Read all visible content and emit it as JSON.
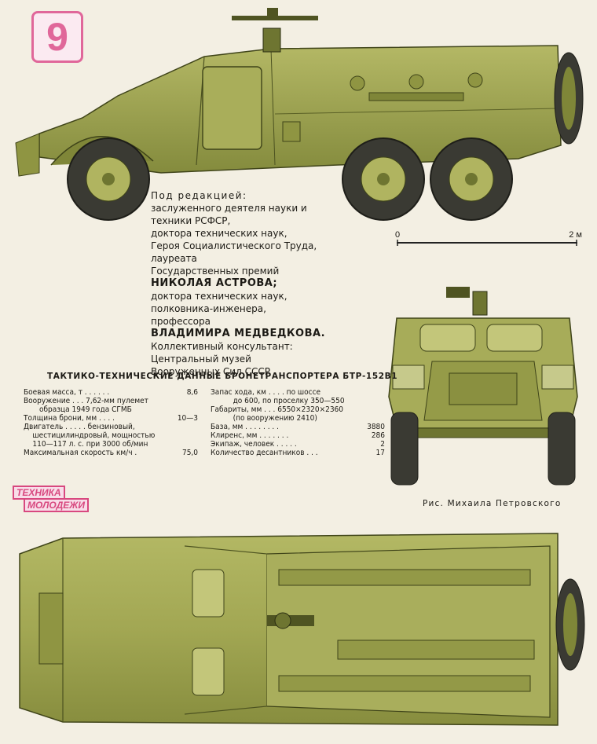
{
  "issue_number": "9",
  "editorial": {
    "heading": "Под редакцией:",
    "lines_before_name1": [
      "заслуженного деятеля науки и",
      "техники РСФСР,",
      "доктора технических наук,",
      "Героя Социалистического Труда,",
      "лауреата",
      "Государственных премий"
    ],
    "name1": "НИКОЛАЯ АСТРОВА;",
    "lines_before_name2": [
      "доктора технических наук,",
      "полковника-инженера,",
      "профессора"
    ],
    "name2": "ВЛАДИМИРА МЕДВЕДКОВА.",
    "consultant_lines": [
      "Коллективный консультант:",
      "Центральный музей",
      "Вооруженных Сил СССР"
    ]
  },
  "scale_bar": {
    "start_label": "0",
    "end_label": "2 м"
  },
  "specs": {
    "title": "ТАКТИКО-ТЕХНИЧЕСКИЕ ДАННЫЕ БРОНЕТРАНСПОРТЕРА БТР-152В1",
    "left": [
      {
        "label": "Боевая масса, т . . . . . .",
        "value": "8,6"
      },
      {
        "label": "Вооружение . . . 7,62-мм пулемет",
        "value": ""
      },
      {
        "label": "       образца 1949 года СГМБ",
        "value": ""
      },
      {
        "label": "Толщина брони, мм . . . .",
        "value": "10—3"
      },
      {
        "label": "Двигатель . . . . . бензиновый,",
        "value": ""
      },
      {
        "label": "    шестицилиндровый, мощностью",
        "value": ""
      },
      {
        "label": "    110—117 л. с. при 3000 об/мин",
        "value": ""
      },
      {
        "label": "Максимальная скорость км/ч .",
        "value": "75,0"
      }
    ],
    "right": [
      {
        "label": "Запас хода, км . . . . по шоссе",
        "value": ""
      },
      {
        "label": "          до 600, по проселку 350—550",
        "value": ""
      },
      {
        "label": "Габариты, мм . . . 6550×2320×2360",
        "value": ""
      },
      {
        "label": "          (по вооружению 2410)",
        "value": ""
      },
      {
        "label": "База, мм . . . . . . . .",
        "value": "3880"
      },
      {
        "label": "Клиренс, мм . . . . . . .",
        "value": "286"
      },
      {
        "label": "Экипаж, человек . . . . .",
        "value": "2"
      },
      {
        "label": "Количество десантников . . .",
        "value": "17"
      }
    ]
  },
  "picture_credit": "Рис. Михаила Петровского",
  "logo": {
    "line1": "ТЕХНИКА",
    "line2": "МОЛОДЕЖИ"
  },
  "colors": {
    "olive": "#9aa24b",
    "olive_dark": "#6e7531",
    "olive_light": "#c3c67a",
    "tire": "#3a3a33",
    "accent": "#e0679a"
  }
}
